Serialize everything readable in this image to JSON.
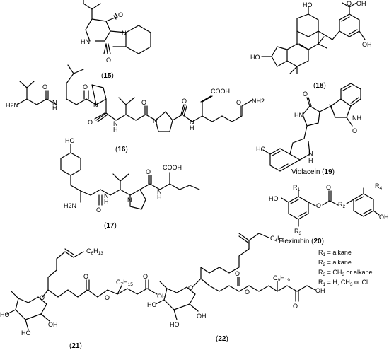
{
  "compounds": {
    "c15": {
      "number": "15"
    },
    "c16": {
      "number": "16"
    },
    "c17": {
      "number": "17"
    },
    "c18": {
      "number": "18"
    },
    "c19": {
      "name": "Violacein",
      "number": "19"
    },
    "c20": {
      "name": "Flexirubin",
      "number": "20"
    },
    "c21": {
      "number": "21"
    },
    "c22": {
      "number": "22"
    }
  },
  "atoms": {
    "O": "O",
    "N": "N",
    "H2N": "H2N",
    "HN": "HN",
    "NH": "NH",
    "HO": "HO",
    "OH": "OH",
    "COOH": "COOH",
    "NH2": "NH2",
    "H": "H",
    "R1": "R",
    "R2": "R",
    "R3": "R",
    "R4": "R",
    "sub1": "1",
    "sub2": "2",
    "sub3": "3",
    "sub4": "4",
    "C6H13": "C",
    "C7H15": "C",
    "C4H9": "C",
    "C9H19": "C",
    "n6": "6",
    "n13": "13",
    "n7": "7",
    "n15": "15",
    "n4": "4",
    "n9": "9",
    "n19": "19"
  },
  "legend_20": [
    {
      "r": "R",
      "sub": "1",
      "text": " = alkane"
    },
    {
      "r": "R",
      "sub": "2",
      "text": " = alkane"
    },
    {
      "r": "R",
      "sub": "3",
      "text": " = CH",
      "sub2": "3",
      "text2": " or alkane"
    },
    {
      "r": "R",
      "sub": "1",
      "text": " = H, CH",
      "sub2": "3",
      "text2": " or Cl"
    }
  ]
}
